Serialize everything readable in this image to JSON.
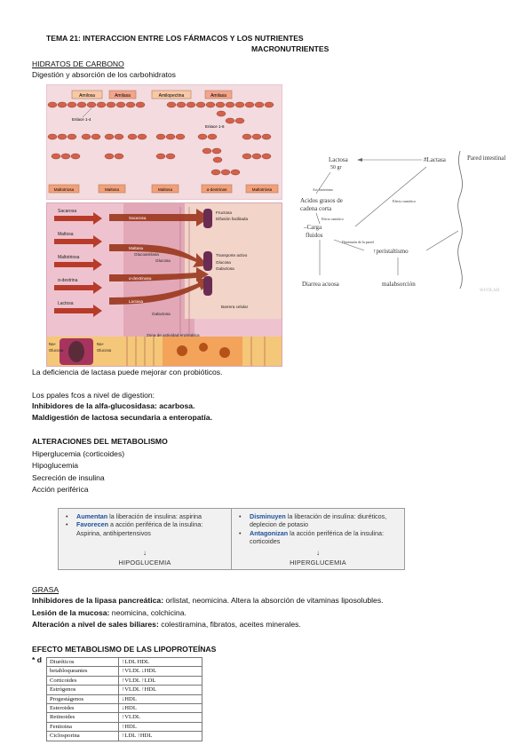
{
  "header": {
    "title_line1": "TEMA 21: INTERACCION ENTRE LOS FÁRMACOS Y LOS NUTRIENTES",
    "title_line2": "MACRONUTRIENTES"
  },
  "carbs": {
    "heading": "HIDRATOS DE CARBONO",
    "subheading": "Digestión y absorción de los carbohidratos",
    "fig1": {
      "top_labels": [
        "Amilosa",
        "Amilasa",
        "Amilopectina",
        "Amilasa"
      ],
      "bond_labels": [
        "Enlace 1-4",
        "Enlace 1-6"
      ],
      "bottom_labels": [
        "Maltotriosa",
        "Maltosa",
        "Maltosa",
        "α-dextrinas",
        "Maltotriosa"
      ]
    },
    "fig2": {
      "left_labels": [
        "Sacarosa",
        "Maltosa",
        "Maltotriosa",
        "α-dextrina",
        "Lactosa"
      ],
      "arrow_labels": [
        "Sacarosa",
        "Maltasa",
        "Glucoamilasa",
        "α-dextrinasa",
        "Lactasa"
      ],
      "right_labels": [
        "Fructosa",
        "Difusión facilitada",
        "Transporte activo",
        "Glucosa",
        "Galactosa"
      ],
      "enzyme_labels": [
        "Glucosa",
        "Galactosa"
      ],
      "wall_labels": [
        "Barrera celular",
        "Zona de actividad enzimática"
      ],
      "ion_labels": [
        "Na+",
        "Glucosa",
        "Na+",
        "Glucosa"
      ]
    },
    "fig3": {
      "lactosa": "Lactosa",
      "lactosa_amount": "50 gr",
      "lactasa": "#Lactasa",
      "pared": "Pared intestinal",
      "acc_bacteriana": "Acc bacteriana",
      "acidos": [
        "Acidos grasos de",
        "cadena corta"
      ],
      "efecto_osmotico": "Efecto osmótico",
      "efecto_osmotico2": "Efecto osmótico",
      "carga": [
        "–Carga",
        "fluidos"
      ],
      "distension": "Distensión de la pared",
      "peristaltismo": "↑peristaltismo",
      "diarrea": "Diarrea acuosa",
      "malabsorcion": "malabsorción",
      "watermark": "WUOLAH"
    },
    "note": "La deficiencia de lactasa puede mejorar con probióticos.",
    "ppales": "Los ppales fcos a nivel de digestion:",
    "inhibidores_label": "Inhibidores de la alfa-glucosidasa:",
    "inhibidores_value": "acarbosa.",
    "maldigestion": "Maldigestión de lactosa secundaria a enteropatía."
  },
  "metabolismo": {
    "heading": "ALTERACIONES DEL METABOLISMO",
    "items": [
      "Hiperglucemia (corticoides)",
      "Hipoglucemia",
      "Secreción de insulina",
      "Acción periférica"
    ],
    "table": {
      "left": {
        "items": [
          {
            "hl": "Aumentan",
            "text": "la liberación de insulina: aspirina"
          },
          {
            "hl": "Favorecen",
            "text": "a acción periférica de la insulina: Aspirina, antihipertensivos"
          }
        ],
        "arrow": "↓",
        "result": "HIPOGLUCEMIA"
      },
      "right": {
        "items": [
          {
            "hl": "Disminuyen",
            "text": "la liberación de insulina: diuréticos, deplecion de potasio"
          },
          {
            "hl": "Antagonizan",
            "text": "la acción periférica de la insulina: corticoides"
          }
        ],
        "arrow": "↓",
        "result": "HIPERGLUCEMIA"
      }
    }
  },
  "grasa": {
    "heading": "GRASA",
    "lines": [
      {
        "label": "Inhibidores de la lipasa pancreática:",
        "text": " orlistat, neomicina. Altera la absorción de vitaminas liposolubles."
      },
      {
        "label": "Lesión de la mucosa:",
        "text": " neomicina, colchicina."
      },
      {
        "label": "Alteración a nivel de sales biliares:",
        "text": " colestiramina, fibratos, aceites minerales."
      }
    ]
  },
  "lipo": {
    "heading": "EFECTO METABOLISMO DE LAS LIPOPROTEÍNAS",
    "stub": "* d",
    "rows": [
      [
        "Diuréticos",
        "↑LDL   HDL"
      ],
      [
        "betabloqueantes",
        "↑VLDL ↓HDL"
      ],
      [
        "Corticoides",
        "↑VLDL ↑LDL"
      ],
      [
        "Estrógenos",
        "↑VLDL ↑HDL"
      ],
      [
        "Progestágenos",
        "↓HDL"
      ],
      [
        "Esteroides",
        "↓HDL"
      ],
      [
        "Retinoides",
        "↑VLDL"
      ],
      [
        "Fenitoina",
        "↑HDL"
      ],
      [
        "Ciclosporina",
        "↑LDL ↑HDL"
      ]
    ]
  }
}
